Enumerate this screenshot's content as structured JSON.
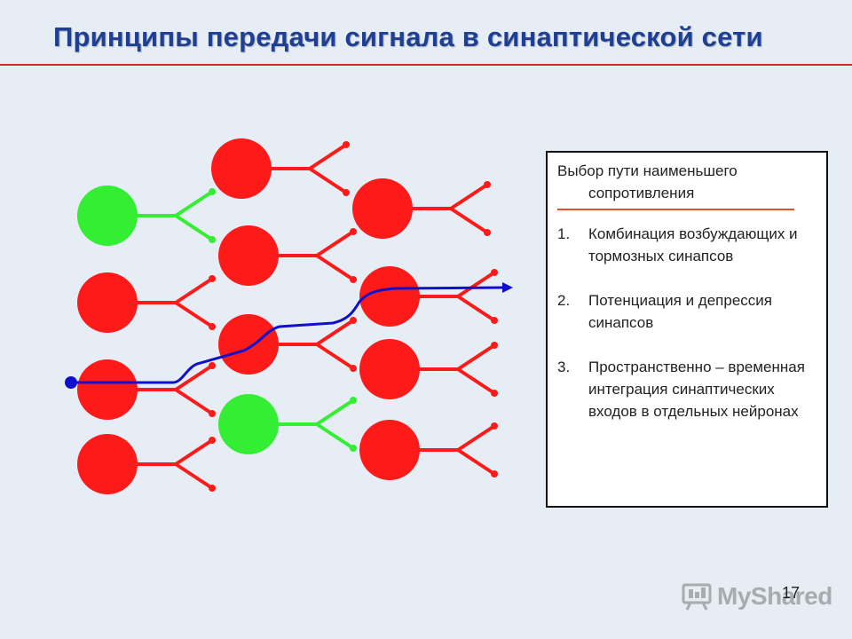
{
  "slide": {
    "title": "Принципы передачи сигнала в синаптической сети",
    "page_number": "17"
  },
  "colors": {
    "title": "#1f3f94",
    "title_rule": "#d9252a",
    "neuron_active": "#ff1a1a",
    "neuron_inhibitory": "#33ee33",
    "signal_path": "#1010cc",
    "background": "#e6edf4"
  },
  "panel": {
    "heading_line1": "Выбор пути наименьшего",
    "heading_line2": "сопротивления",
    "items": [
      {
        "num": "1.",
        "text": "Комбинация возбуждающих и тормозных синапсов"
      },
      {
        "num": "2.",
        "text": "Потенциация и депрессия синапсов"
      },
      {
        "num": "3.",
        "text": "Пространственно – временная интеграция синаптических входов в отдельных нейронах"
      }
    ]
  },
  "diagram": {
    "neurons": [
      {
        "id": "n1",
        "type": "inhibitory"
      },
      {
        "id": "n2",
        "type": "excitatory"
      },
      {
        "id": "n3",
        "type": "excitatory"
      },
      {
        "id": "n4",
        "type": "excitatory"
      },
      {
        "id": "n5",
        "type": "excitatory"
      },
      {
        "id": "n6",
        "type": "excitatory"
      },
      {
        "id": "n7",
        "type": "excitatory"
      },
      {
        "id": "n8",
        "type": "inhibitory"
      },
      {
        "id": "n9",
        "type": "excitatory"
      },
      {
        "id": "n10",
        "type": "excitatory"
      },
      {
        "id": "n11",
        "type": "excitatory"
      },
      {
        "id": "n12",
        "type": "excitatory"
      }
    ],
    "signal_path_icon": "arrow-right-icon"
  },
  "logo": {
    "icon": "presentation-board-icon",
    "text": "MyShared"
  }
}
